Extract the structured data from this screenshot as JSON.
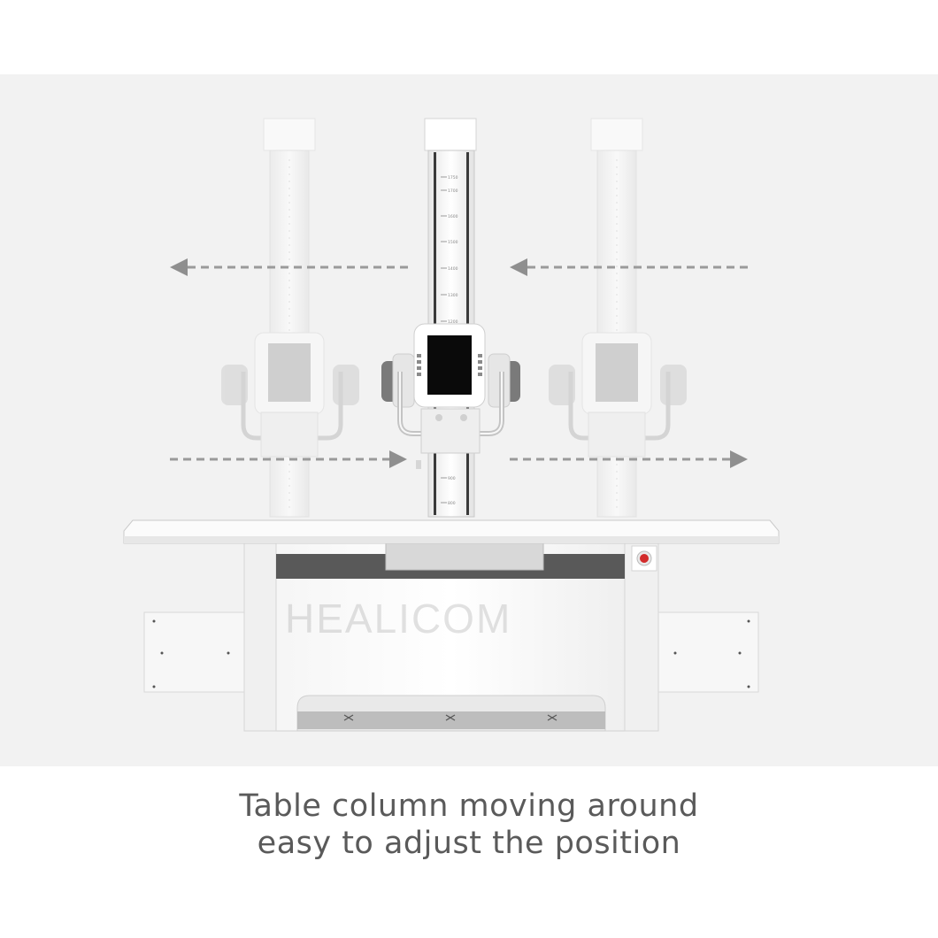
{
  "caption": {
    "line1": "Table column moving around",
    "line2": "easy to adjust the position"
  },
  "watermark": "HEALICOM",
  "scale_ticks": [
    "1750",
    "1700",
    "1600",
    "1500",
    "1400",
    "1300",
    "1200",
    "900",
    "800"
  ],
  "icons": {
    "arrow_left": "arrow-left-icon",
    "arrow_right": "arrow-right-icon",
    "emergency_stop": "emergency-stop-icon"
  },
  "colors": {
    "stage_bg": "#f2f2f2",
    "arrow": "#9a9a9a",
    "stop_button": "#d22b2b",
    "caption_text": "#5a5a5a"
  }
}
